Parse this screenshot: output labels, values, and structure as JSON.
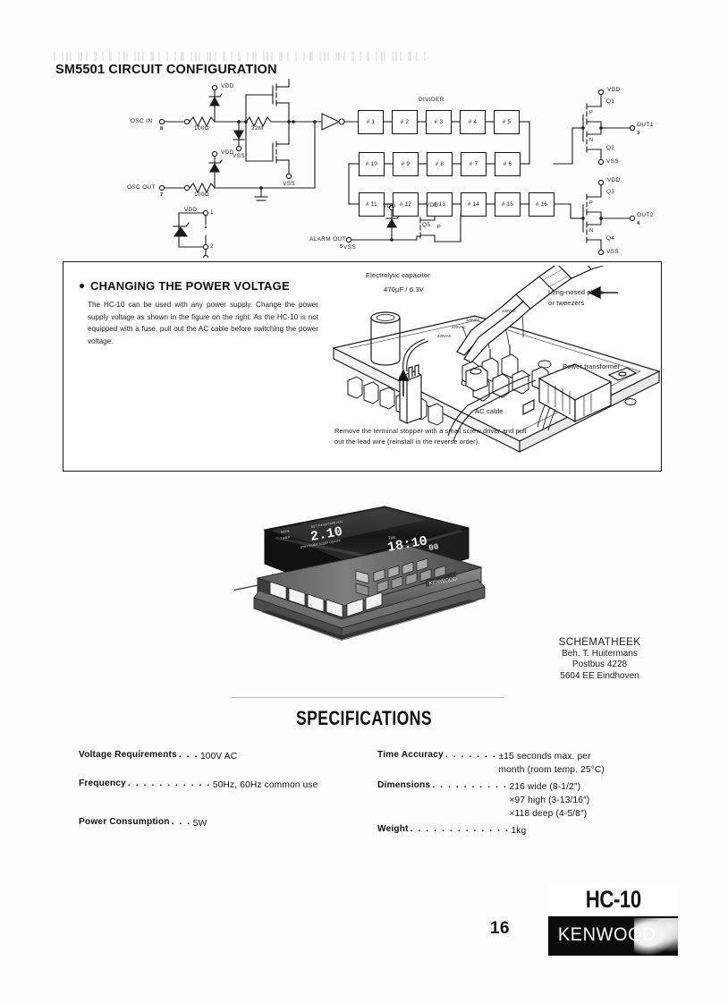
{
  "page": {
    "number": "16",
    "model": "HC-10",
    "brand": "KENWOOD"
  },
  "circuit": {
    "heading": "SM5501 CIRCUIT CONFIGURATION",
    "divider_label": "DIVIDER",
    "inputs": [
      {
        "label": "OSC IN",
        "pin": "8"
      },
      {
        "label": "OSC OUT",
        "pin": "7"
      }
    ],
    "outputs": [
      {
        "label": "OUT1",
        "pin": "3"
      },
      {
        "label": "OUT2",
        "pin": "4"
      },
      {
        "label": "ALARM OUT",
        "pin": "5"
      }
    ],
    "supply_labels": {
      "vdd": "VDD",
      "vss": "VSS"
    },
    "resistors": [
      {
        "name": "r-osc-in",
        "value": "100Ω"
      },
      {
        "name": "r-osc-out",
        "value": "100Ω"
      },
      {
        "name": "r-feedback",
        "value": "22M"
      }
    ],
    "transistors": [
      "Q1",
      "Q2",
      "Q3",
      "Q4",
      "Q5"
    ],
    "transistor_types": {
      "p": "P",
      "n": "N"
    },
    "pins": [
      "1",
      "2"
    ],
    "divider_row1": [
      "# 1",
      "# 2",
      "# 3",
      "# 4",
      "# 5"
    ],
    "divider_row2": [
      "# 10",
      "# 9",
      "# 8",
      "# 7",
      "# 6"
    ],
    "divider_row3": [
      "# 11",
      "# 12",
      "# 13",
      "# 14",
      "# 15",
      "# 16"
    ]
  },
  "power_voltage": {
    "title": "CHANGING THE POWER VOLTAGE",
    "body": "The HC-10 can be used with any power supply. Change the power supply voltage as shown in the figure on the right. As the HC-10 is not equipped with a fuse, pull out the AC cable before switching the power voltage.",
    "illustration": {
      "capacitor_label": "Electrolytic capacitor",
      "capacitor_value": "470µF / 6.3V",
      "tool_label": "Long-nosed  pliers\nor tweezers",
      "transformer_label": "Power transformer",
      "ac_cable_label": "AC cable",
      "tap_labels": [
        "100VAC",
        "120VAC",
        "220VAC",
        "240VAC"
      ],
      "caption": "Remove the terminal stopper with a small screw driver and pull out the lead wire (reinstall in the reverse order)."
    }
  },
  "product_photo": {
    "alt": "HC-10 digital clock unit, three-quarter view",
    "display_left": "2.10",
    "display_right": "18:10",
    "display_seconds": "00",
    "display_day": "Tue"
  },
  "stamp": {
    "line1": "SCHEMATHEEK",
    "line2": "Beh. T. Huitermans",
    "line3": "Postbus 4228",
    "line4": "5604 EE  Eindhoven"
  },
  "specifications": {
    "title": "SPECIFICATIONS",
    "left": [
      {
        "key": "Voltage Requirements",
        "dots": ". . .",
        "value": "100V AC"
      },
      {
        "key": "Frequency",
        "dots": ". . . . . . . . . . .",
        "value": "50Hz, 60Hz common use"
      },
      {
        "key": "Power Consumption",
        "dots": ". . .",
        "value": "5W"
      }
    ],
    "right": [
      {
        "key": "Time Accuracy",
        "dots": ". . . . . . .",
        "value": "±15 seconds max. per\nmonth (room temp. 25°C)"
      },
      {
        "key": "Dimensions",
        "dots": ". . . . . . . . . .",
        "value": "216 wide (8-1/2″)\n×97 high (3-13/16″)\n×118 deep (4-5/8″)"
      },
      {
        "key": "Weight",
        "dots": ". . . . . . . . . . . . .",
        "value": "1kg"
      }
    ]
  }
}
